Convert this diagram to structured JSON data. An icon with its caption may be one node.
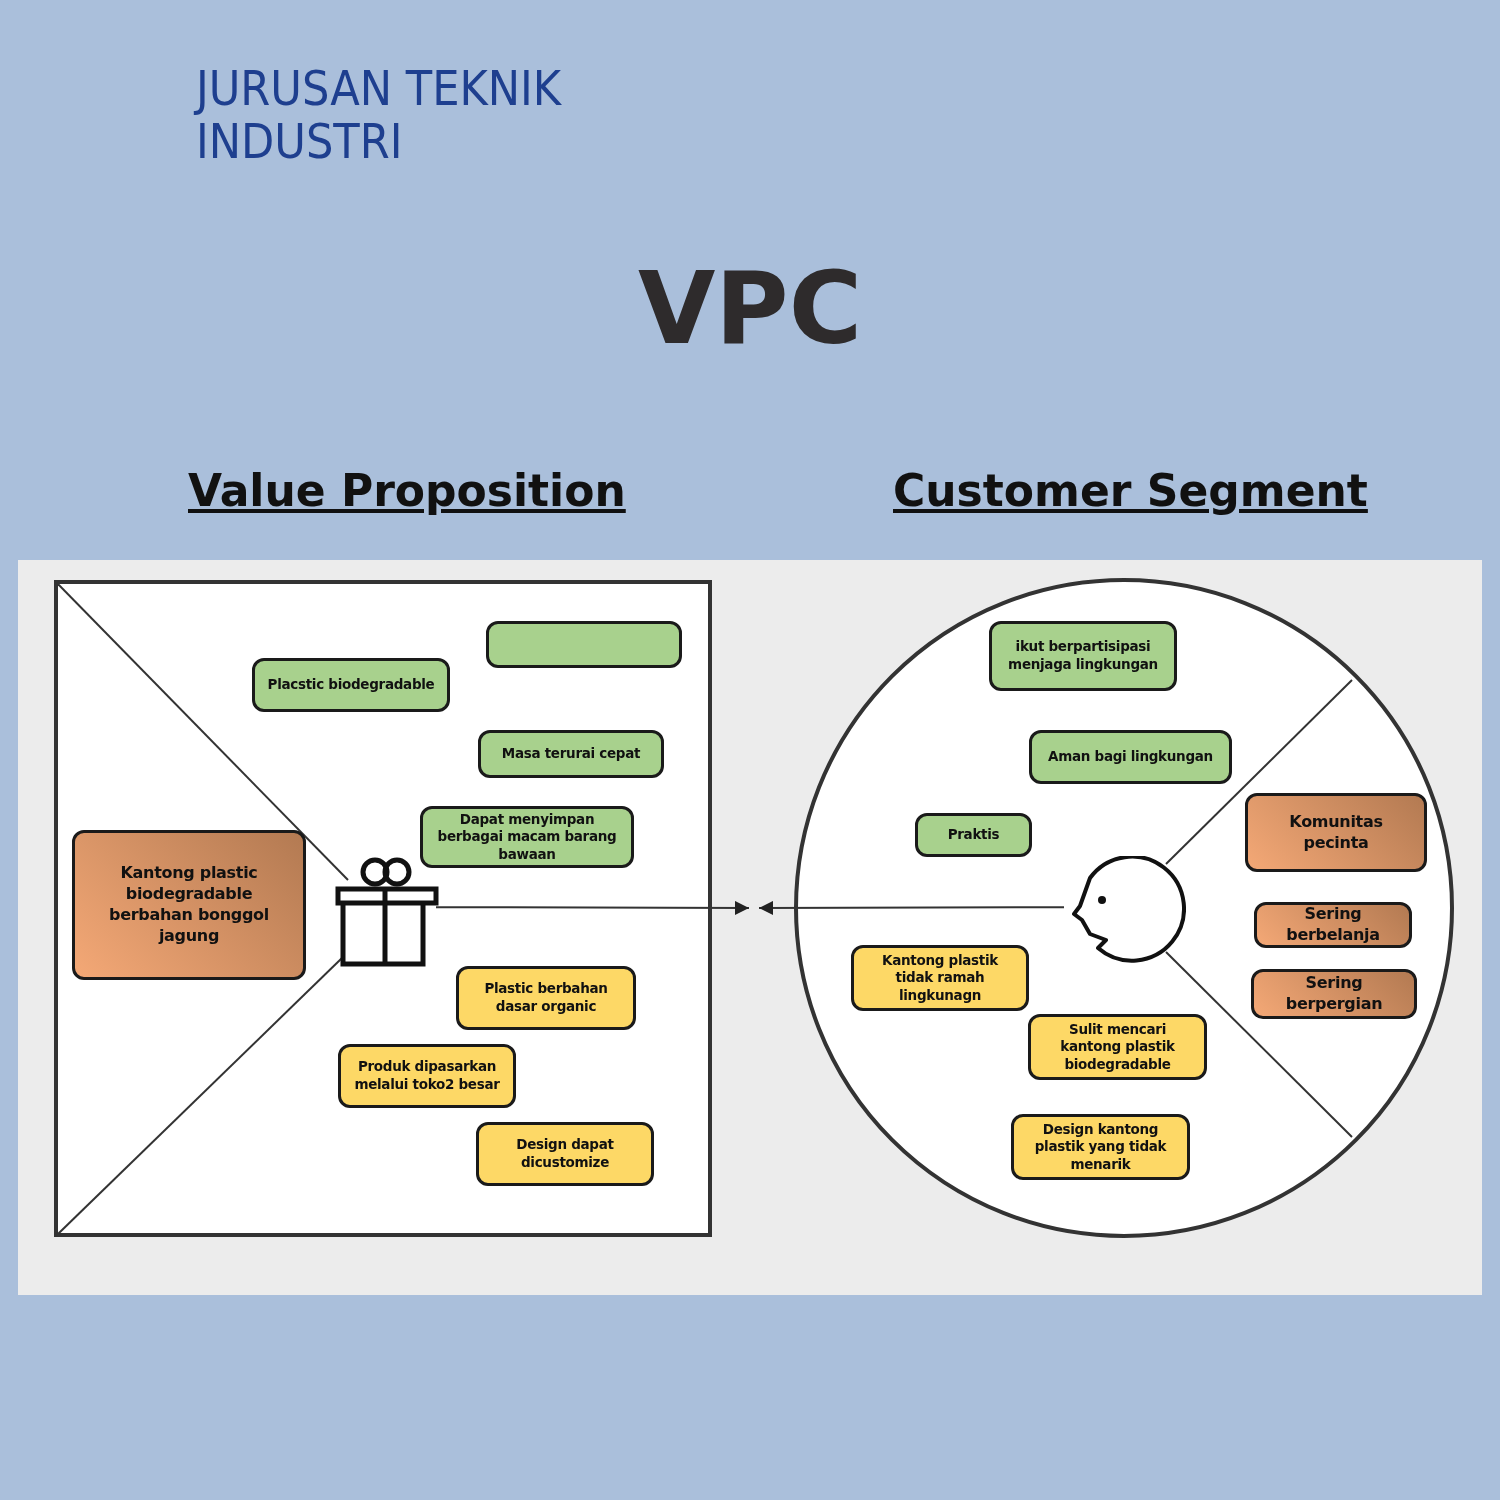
{
  "diagram": {
    "title": "VPC",
    "nodes": [
      {
        "text": [],
        "shape": "box"
      },
      {
        "text": [],
        "shape": "box",
        "in": 0
      },
      {
        "text": [
          "Placstic biodegradable"
        ],
        "in": 0
      },
      {
        "text": [
          "Masa terurai cepat"
        ],
        "in": 0
      },
      {
        "text": [
          "Dapat menyimpan berbagai macam barang bawaan"
        ],
        "in": 0
      },
      {
        "text": [
          "Kantong plastic biodegradable berbahan bonggol jagung"
        ],
        "in": 0
      },
      {
        "text": [],
        "shape": "picture",
        "in": 0
      },
      {
        "text": [
          "Plastic berbahan dasar organic"
        ],
        "in": 0
      },
      {
        "text": [
          "Produk dipasarkan melalui toko2 besar"
        ],
        "in": 0
      },
      {
        "text": [
          "Design dapat dicustomize"
        ],
        "in": 0
      },
      {
        "text": [],
        "shape": "circle"
      },
      {
        "text": [
          "ikut berpartisipasi menjaga lingkungan"
        ],
        "in": 10
      },
      {
        "text": [
          "Aman bagi lingkungan"
        ],
        "in": 10
      },
      {
        "text": [
          "Praktis"
        ],
        "in": 10
      },
      {
        "text": [
          "Komunitas pecinta"
        ],
        "in": 10
      },
      {
        "text": [
          "Sering berbelanja"
        ],
        "in": 10
      },
      {
        "text": [
          "Sering berpergian"
        ],
        "in": 10
      },
      {
        "text": [],
        "shape": "picture",
        "in": 10
      },
      {
        "text": [
          "Kantong plastik tidak ramah lingkunagn"
        ],
        "in": 10
      },
      {
        "text": [
          "Sulit mencari kantong plastik biodegradable"
        ],
        "in": 10
      },
      {
        "text": [
          "Design kantong plastik yang tidak menarik"
        ],
        "in": 10
      }
    ],
    "edges": [
      {
        "from": 6,
        "to": null,
        "arrow": "to"
      },
      {
        "from": 17,
        "to": null,
        "arrow": "to"
      }
    ],
    "labels": [
      "JURUSAN TEKNIK INDUSTRI",
      "Value Proposition",
      "Customer Segment"
    ]
  }
}
